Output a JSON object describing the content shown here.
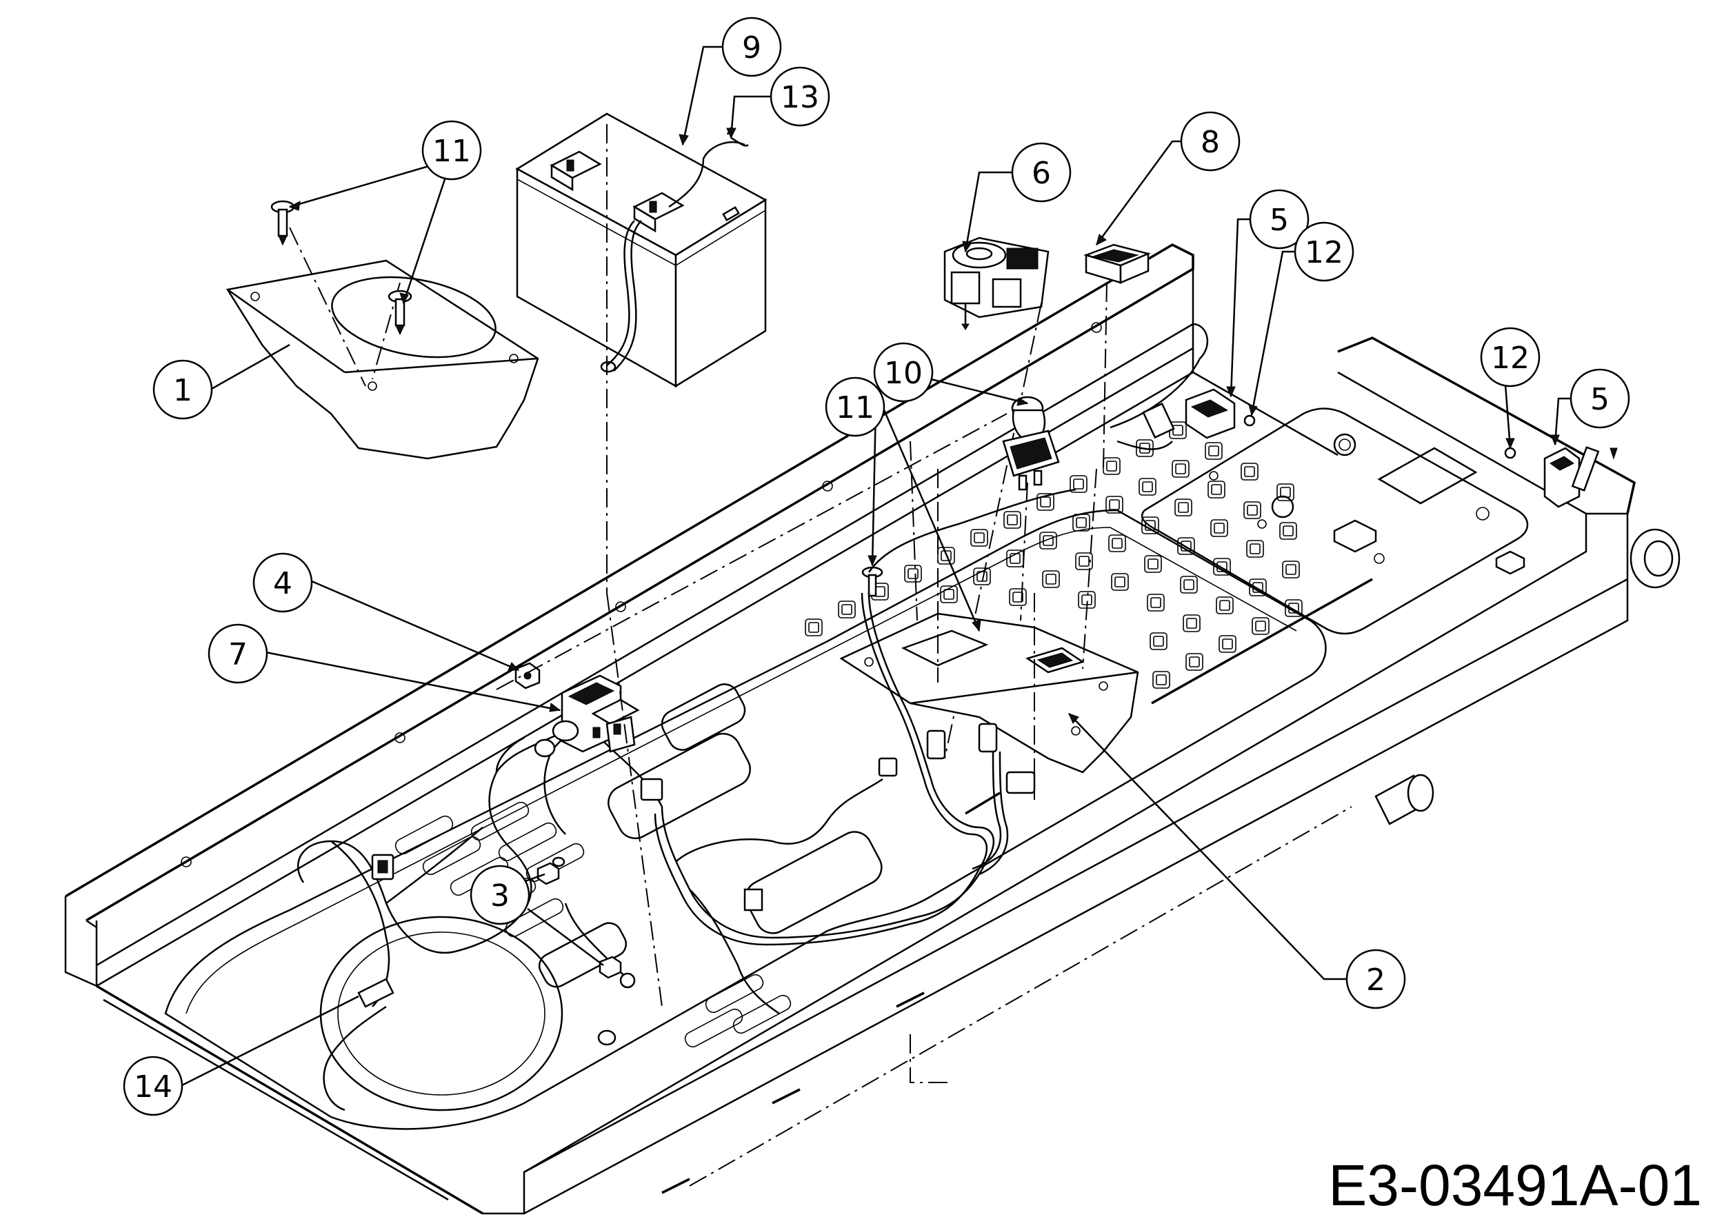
{
  "drawing_code": "E3-03491A-01",
  "callouts": [
    {
      "id": "c1",
      "label": "1"
    },
    {
      "id": "c2",
      "label": "2"
    },
    {
      "id": "c3",
      "label": "3"
    },
    {
      "id": "c4",
      "label": "4"
    },
    {
      "id": "c5a",
      "label": "5"
    },
    {
      "id": "c5b",
      "label": "5"
    },
    {
      "id": "c6",
      "label": "6"
    },
    {
      "id": "c7",
      "label": "7"
    },
    {
      "id": "c8",
      "label": "8"
    },
    {
      "id": "c9",
      "label": "9"
    },
    {
      "id": "c10",
      "label": "10"
    },
    {
      "id": "c11a",
      "label": "11"
    },
    {
      "id": "c11b",
      "label": "11"
    },
    {
      "id": "c12a",
      "label": "12"
    },
    {
      "id": "c12b",
      "label": "12"
    },
    {
      "id": "c13",
      "label": "13"
    },
    {
      "id": "c14",
      "label": "14"
    }
  ]
}
